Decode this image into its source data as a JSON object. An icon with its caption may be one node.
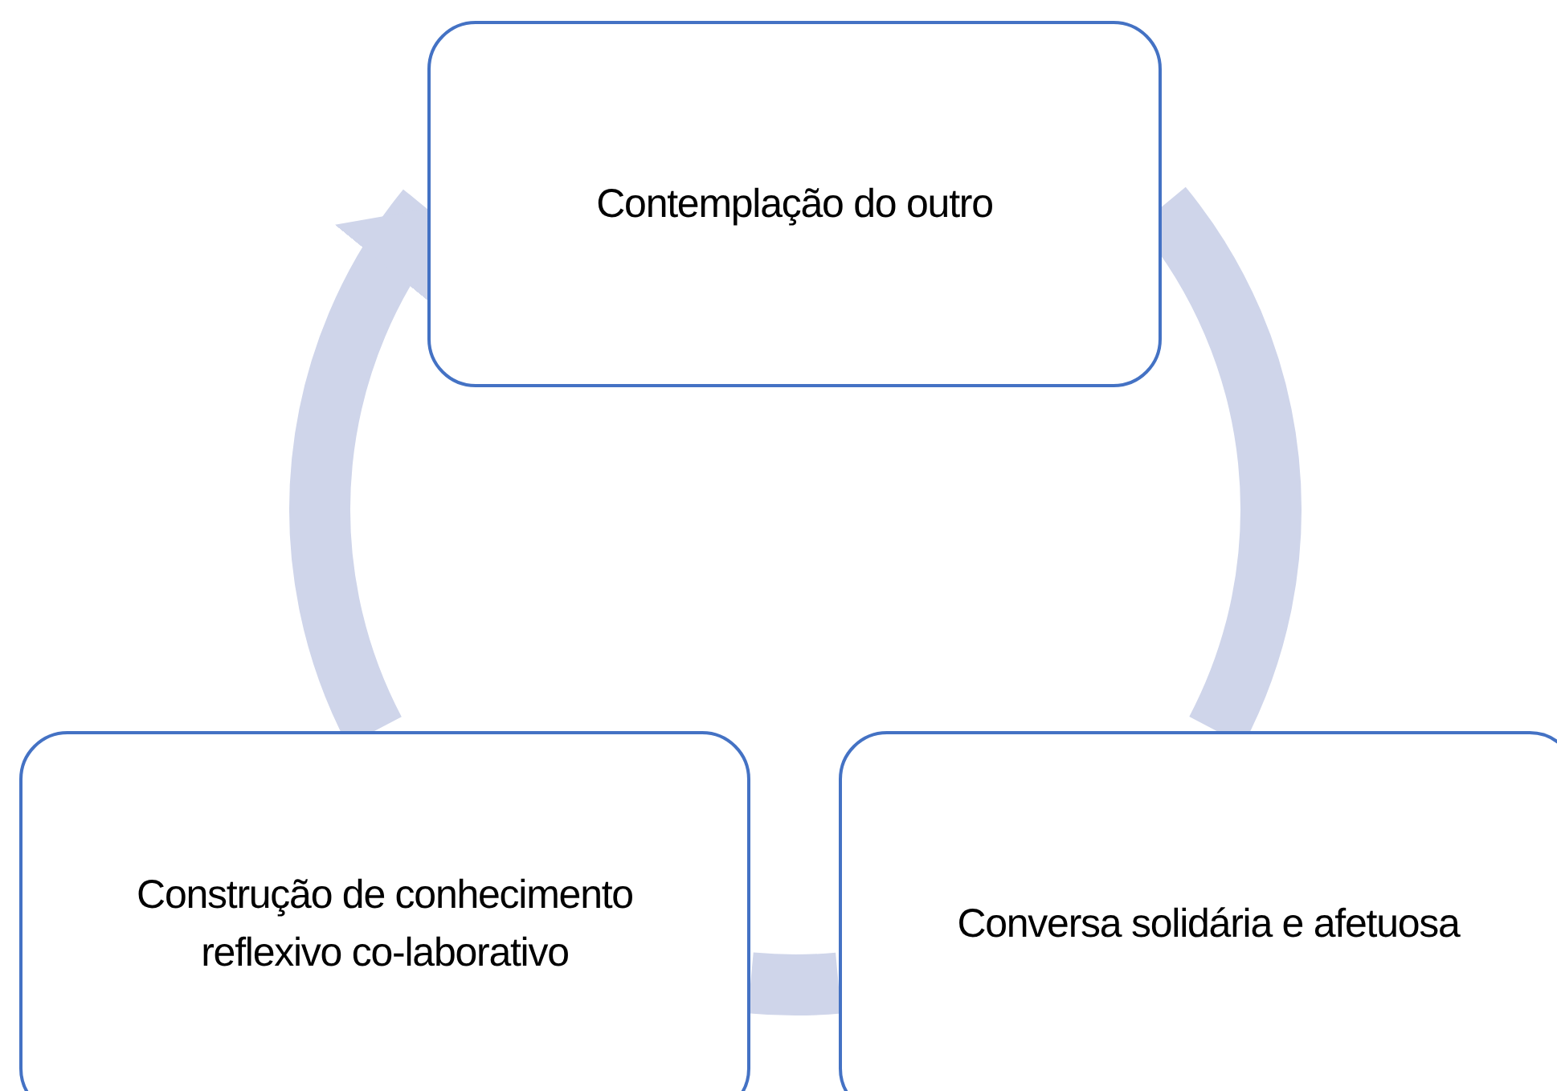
{
  "diagram": {
    "nodes": [
      {
        "text": [
          "Contemplação do outro"
        ]
      },
      {
        "text": [
          "Conversa solidária e afetuosa"
        ]
      },
      {
        "text": [
          "Construção de conhecimento reflexivo co-laborativo"
        ]
      }
    ],
    "edges": [
      {
        "from": 0,
        "to": 1,
        "arrow": "none"
      },
      {
        "from": 1,
        "to": 2,
        "arrow": "none"
      },
      {
        "from": 2,
        "to": 0,
        "arrow": "to"
      }
    ]
  }
}
